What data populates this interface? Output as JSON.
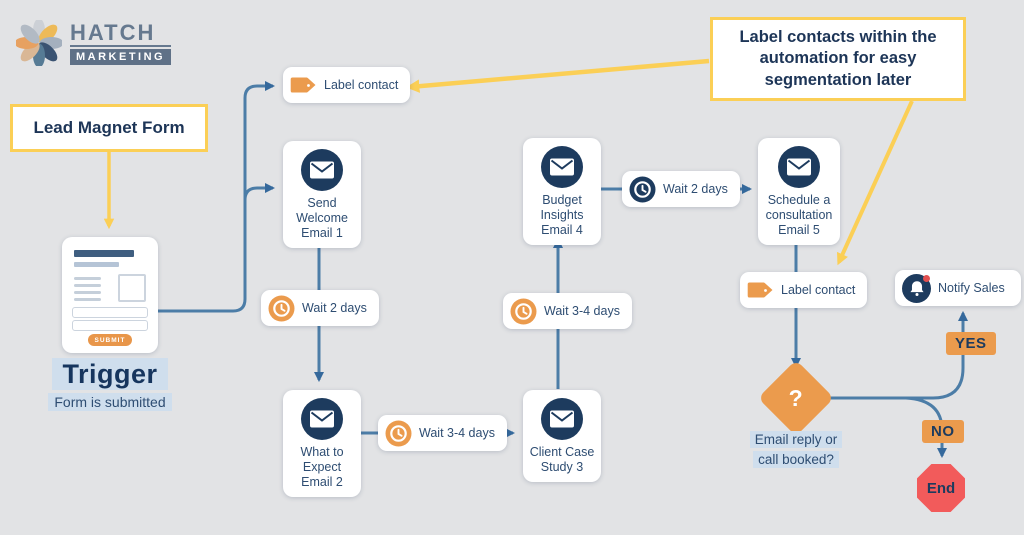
{
  "logo": {
    "name": "HATCH",
    "tagline": "MARKETING"
  },
  "colors": {
    "background": "#e2e3e5",
    "navy": "#1d3b5e",
    "orange": "#eb9b4d",
    "yellow": "#fbcf56",
    "line_blue": "#4c7da7",
    "end_red": "#f25b5b",
    "highlight_blue": "#cfdeed"
  },
  "lead_magnet_label": "Lead Magnet Form",
  "callout_text": "Label contacts within the automation for easy segmentation later",
  "trigger": {
    "title": "Trigger",
    "subtitle": "Form is submitted",
    "submit": "SUBMIT"
  },
  "nodes": {
    "label_contact_top": "Label contact",
    "email1": "Send Welcome Email 1",
    "wait1": "Wait 2 days",
    "email2": "What to Expect Email 2",
    "wait2": "Wait 3-4 days",
    "email3": "Client Case Study 3",
    "wait3": "Wait 3-4 days",
    "email4": "Budget Insights Email 4",
    "wait4": "Wait 2 days",
    "email5": "Schedule a consultation Email 5",
    "label_contact_right": "Label contact",
    "decision_symbol": "?",
    "decision_question": "Email reply or call booked?",
    "notify": "Notify Sales",
    "yes": "YES",
    "no": "NO",
    "end": "End"
  },
  "icons": [
    "flower-logo",
    "tag",
    "envelope",
    "clock",
    "bell",
    "question-diamond",
    "stop-octagon"
  ]
}
